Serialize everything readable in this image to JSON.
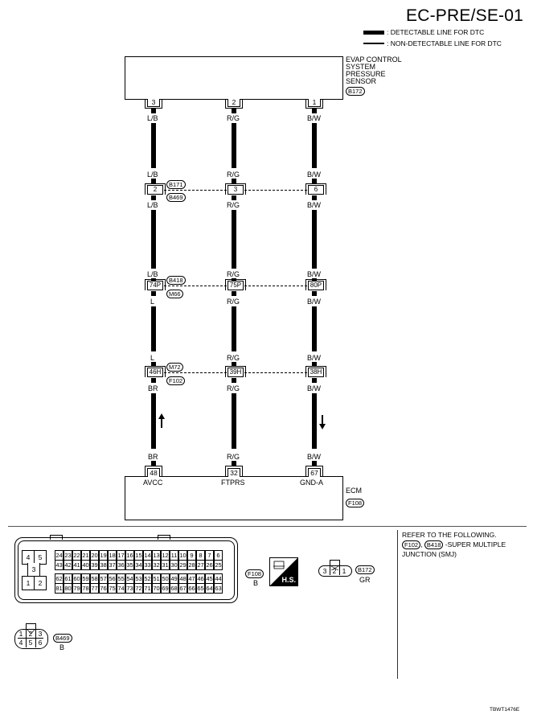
{
  "title": "EC-PRE/SE-01",
  "legend": [
    {
      "style": "thick",
      "label": ": DETECTABLE LINE FOR DTC"
    },
    {
      "style": "thin",
      "label": ": NON-DETECTABLE LINE FOR DTC"
    }
  ],
  "sensor": {
    "name_lines": [
      "EVAP CONTROL",
      "SYSTEM",
      "PRESSURE",
      "SENSOR"
    ],
    "connector": "B172",
    "pins": [
      "3",
      "2",
      "1"
    ],
    "wire_colors": [
      "L/B",
      "R/G",
      "B/W"
    ]
  },
  "junction1": {
    "connectors": [
      "B171",
      "B469"
    ],
    "pins": [
      "2",
      "3",
      "6"
    ],
    "colors_above": [
      "L/B",
      "R/G",
      "B/W"
    ],
    "colors_below": [
      "L/B",
      "R/G",
      "B/W"
    ]
  },
  "junction2": {
    "connectors": [
      "B418",
      "M66"
    ],
    "pins": [
      "74P",
      "75P",
      "80P"
    ],
    "colors_above": [
      "L/B",
      "R/G",
      "B/W"
    ],
    "colors_below": [
      "L",
      "R/G",
      "B/W"
    ]
  },
  "junction3": {
    "connectors": [
      "M72",
      "F102"
    ],
    "pins": [
      "46H",
      "39H",
      "38H"
    ],
    "colors_above": [
      "L",
      "R/G",
      "B/W"
    ],
    "colors_below": [
      "BR",
      "R/G",
      "B/W"
    ]
  },
  "ecm": {
    "name": "ECM",
    "connector": "F108",
    "pins": [
      "48",
      "32",
      "67"
    ],
    "pin_names": [
      "AVCC",
      "FTPRS",
      "GND-A"
    ],
    "wire_colors": [
      "BR",
      "R/G",
      "B/W"
    ]
  },
  "connector_views": {
    "ecm_connector": {
      "id": "F108",
      "color": "B",
      "side_pins": [
        "4",
        "5",
        "3",
        "1",
        "2"
      ],
      "row1": [
        "24",
        "23",
        "22",
        "21",
        "20",
        "19",
        "18",
        "17",
        "16",
        "15",
        "14",
        "13",
        "12",
        "11",
        "10",
        "9",
        "8",
        "7",
        "6"
      ],
      "row2": [
        "43",
        "42",
        "41",
        "40",
        "39",
        "38",
        "37",
        "36",
        "35",
        "34",
        "33",
        "32",
        "31",
        "30",
        "29",
        "28",
        "27",
        "26",
        "25"
      ],
      "row3": [
        "62",
        "61",
        "60",
        "59",
        "58",
        "57",
        "56",
        "55",
        "54",
        "53",
        "52",
        "51",
        "50",
        "49",
        "48",
        "47",
        "46",
        "45",
        "44"
      ],
      "row4": [
        "81",
        "80",
        "79",
        "78",
        "77",
        "76",
        "75",
        "74",
        "73",
        "72",
        "71",
        "70",
        "69",
        "68",
        "67",
        "66",
        "65",
        "64",
        "63"
      ]
    },
    "hs_badge": "H.S.",
    "sensor_connector": {
      "id": "B172",
      "color": "GR",
      "pins": [
        "3",
        "2",
        "1"
      ]
    },
    "b469_connector": {
      "id": "B469",
      "color": "B",
      "row1": [
        "1",
        "2",
        "3"
      ],
      "row2": [
        "4",
        "5",
        "6"
      ]
    }
  },
  "reference": {
    "line1": "REFER TO THE FOLLOWING.",
    "connectors": [
      "F102",
      "B418"
    ],
    "line2_suffix": "-SUPER MULTIPLE",
    "line3": "JUNCTION (SMJ)"
  },
  "figure_id": "TBWT1476E"
}
